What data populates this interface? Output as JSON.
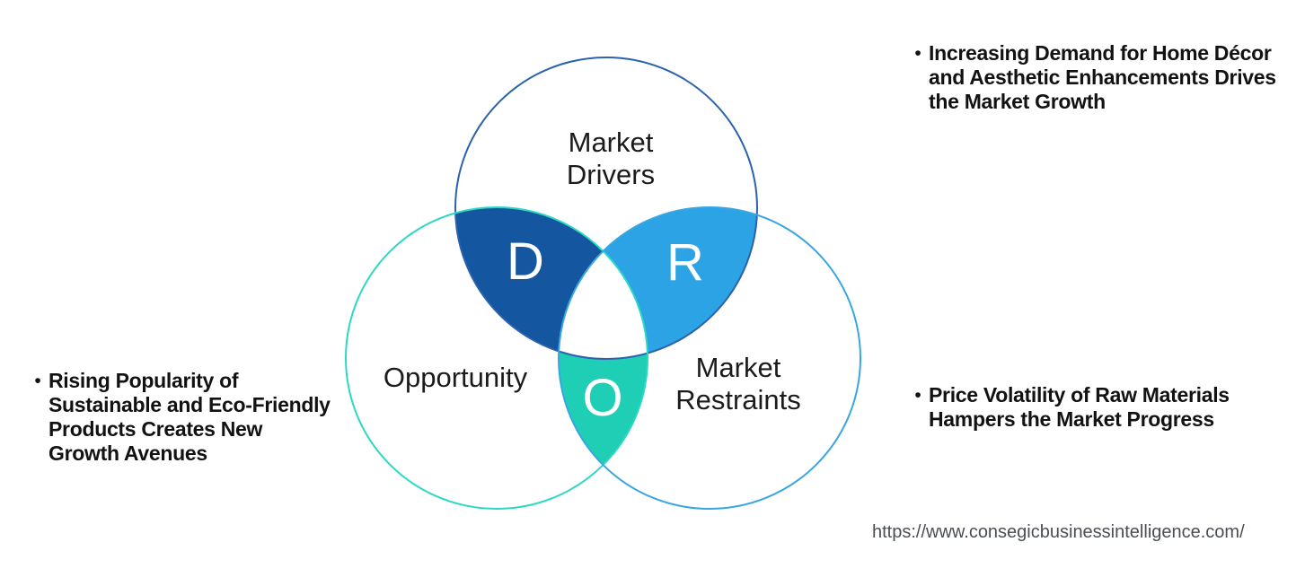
{
  "venn": {
    "circles": [
      {
        "id": "drivers",
        "label": "Market\nDrivers",
        "letter": "D",
        "outline_color": "#2c62ac",
        "overlap_fill": "#1456a0"
      },
      {
        "id": "opportunity",
        "label": "Opportunity",
        "letter": "O",
        "outline_color": "#2bd9c3",
        "overlap_fill": "#1ecfb6"
      },
      {
        "id": "restraints",
        "label": "Market\nRestraints",
        "letter": "R",
        "outline_color": "#38a6e1",
        "overlap_fill": "#2ba3e4"
      }
    ],
    "center_fill": "#ffffff"
  },
  "bullets": {
    "marker": "•",
    "drivers": "Increasing Demand for Home Décor\nand Aesthetic Enhancements Drives\nthe Market Growth",
    "opportunity": "Rising Popularity of\nSustainable and Eco-Friendly\nProducts Creates New\nGrowth Avenues",
    "restraints": "Price Volatility of Raw Materials\nHampers the Market Progress"
  },
  "footer": {
    "url": "https://www.consegicbusinessintelligence.com/"
  }
}
